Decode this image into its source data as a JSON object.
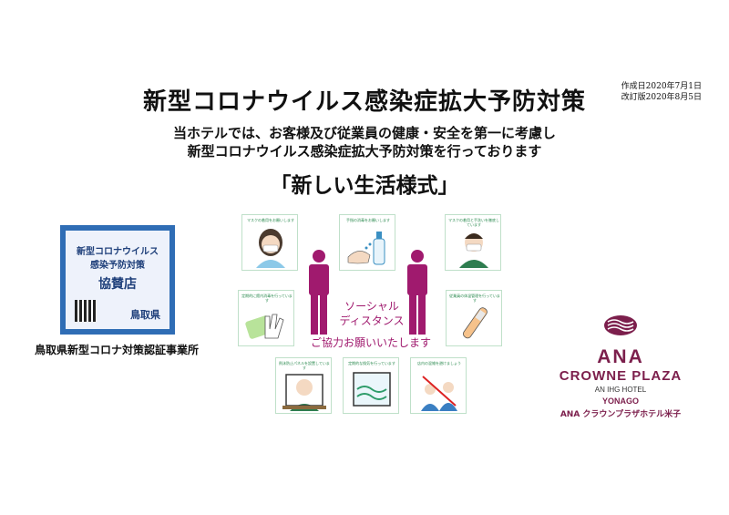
{
  "header": {
    "created_date": "作成日2020年7月1日",
    "revised_date": "改訂版2020年8月5日",
    "title": "新型コロナウイルス感染症拡大予防対策",
    "intro_line1": "当ホテルでは、お客様及び従業員の健康・安全を第一に考慮し",
    "intro_line2": "新型コロナウイルス感染症拡大予防対策を行っております",
    "motto": "「新しい生活様式」"
  },
  "badge": {
    "line1": "新型コロナウイルス",
    "line2": "感染予防対策",
    "line3": "協賛店",
    "prefecture": "鳥取県",
    "caption": "鳥取県新型コロナ対策認証事業所",
    "color": "#2f6db5"
  },
  "center": {
    "social_distance_line1": "ソーシャル",
    "social_distance_line2": "ディスタンス",
    "please_cooperate": "ご協力お願いいたします",
    "accent_color": "#a01a6e",
    "card_border_color": "#bfe0c9",
    "cards": [
      {
        "label": "マスクの着用をお願いします",
        "icon": "mask-woman-icon"
      },
      {
        "label": "手指の消毒をお願いします",
        "icon": "hand-sanitizer-icon"
      },
      {
        "label": "マスクの着用と手洗いを徹底しています",
        "icon": "masked-staff-icon"
      },
      {
        "label": "定期的に館内消毒を行っています",
        "icon": "disinfect-glove-icon"
      },
      {
        "label": "従業員の体温管理を行っています",
        "icon": "thermometer-icon"
      },
      {
        "label": "飛沫防止パネルを設置しています",
        "icon": "partition-screen-icon"
      },
      {
        "label": "定期的な換気を行っています",
        "icon": "window-ventilation-icon"
      },
      {
        "label": "店内の混雑を避けましょう",
        "icon": "crowd-avoid-icon"
      }
    ]
  },
  "logo": {
    "brand_line1": "ANA",
    "brand_line2": "CROWNE PLAZA",
    "subtitle": "AN IHG HOTEL",
    "city": "YONAGO",
    "japanese_name": "ANA クラウンプラザホテル米子",
    "color": "#7c1f4c"
  }
}
